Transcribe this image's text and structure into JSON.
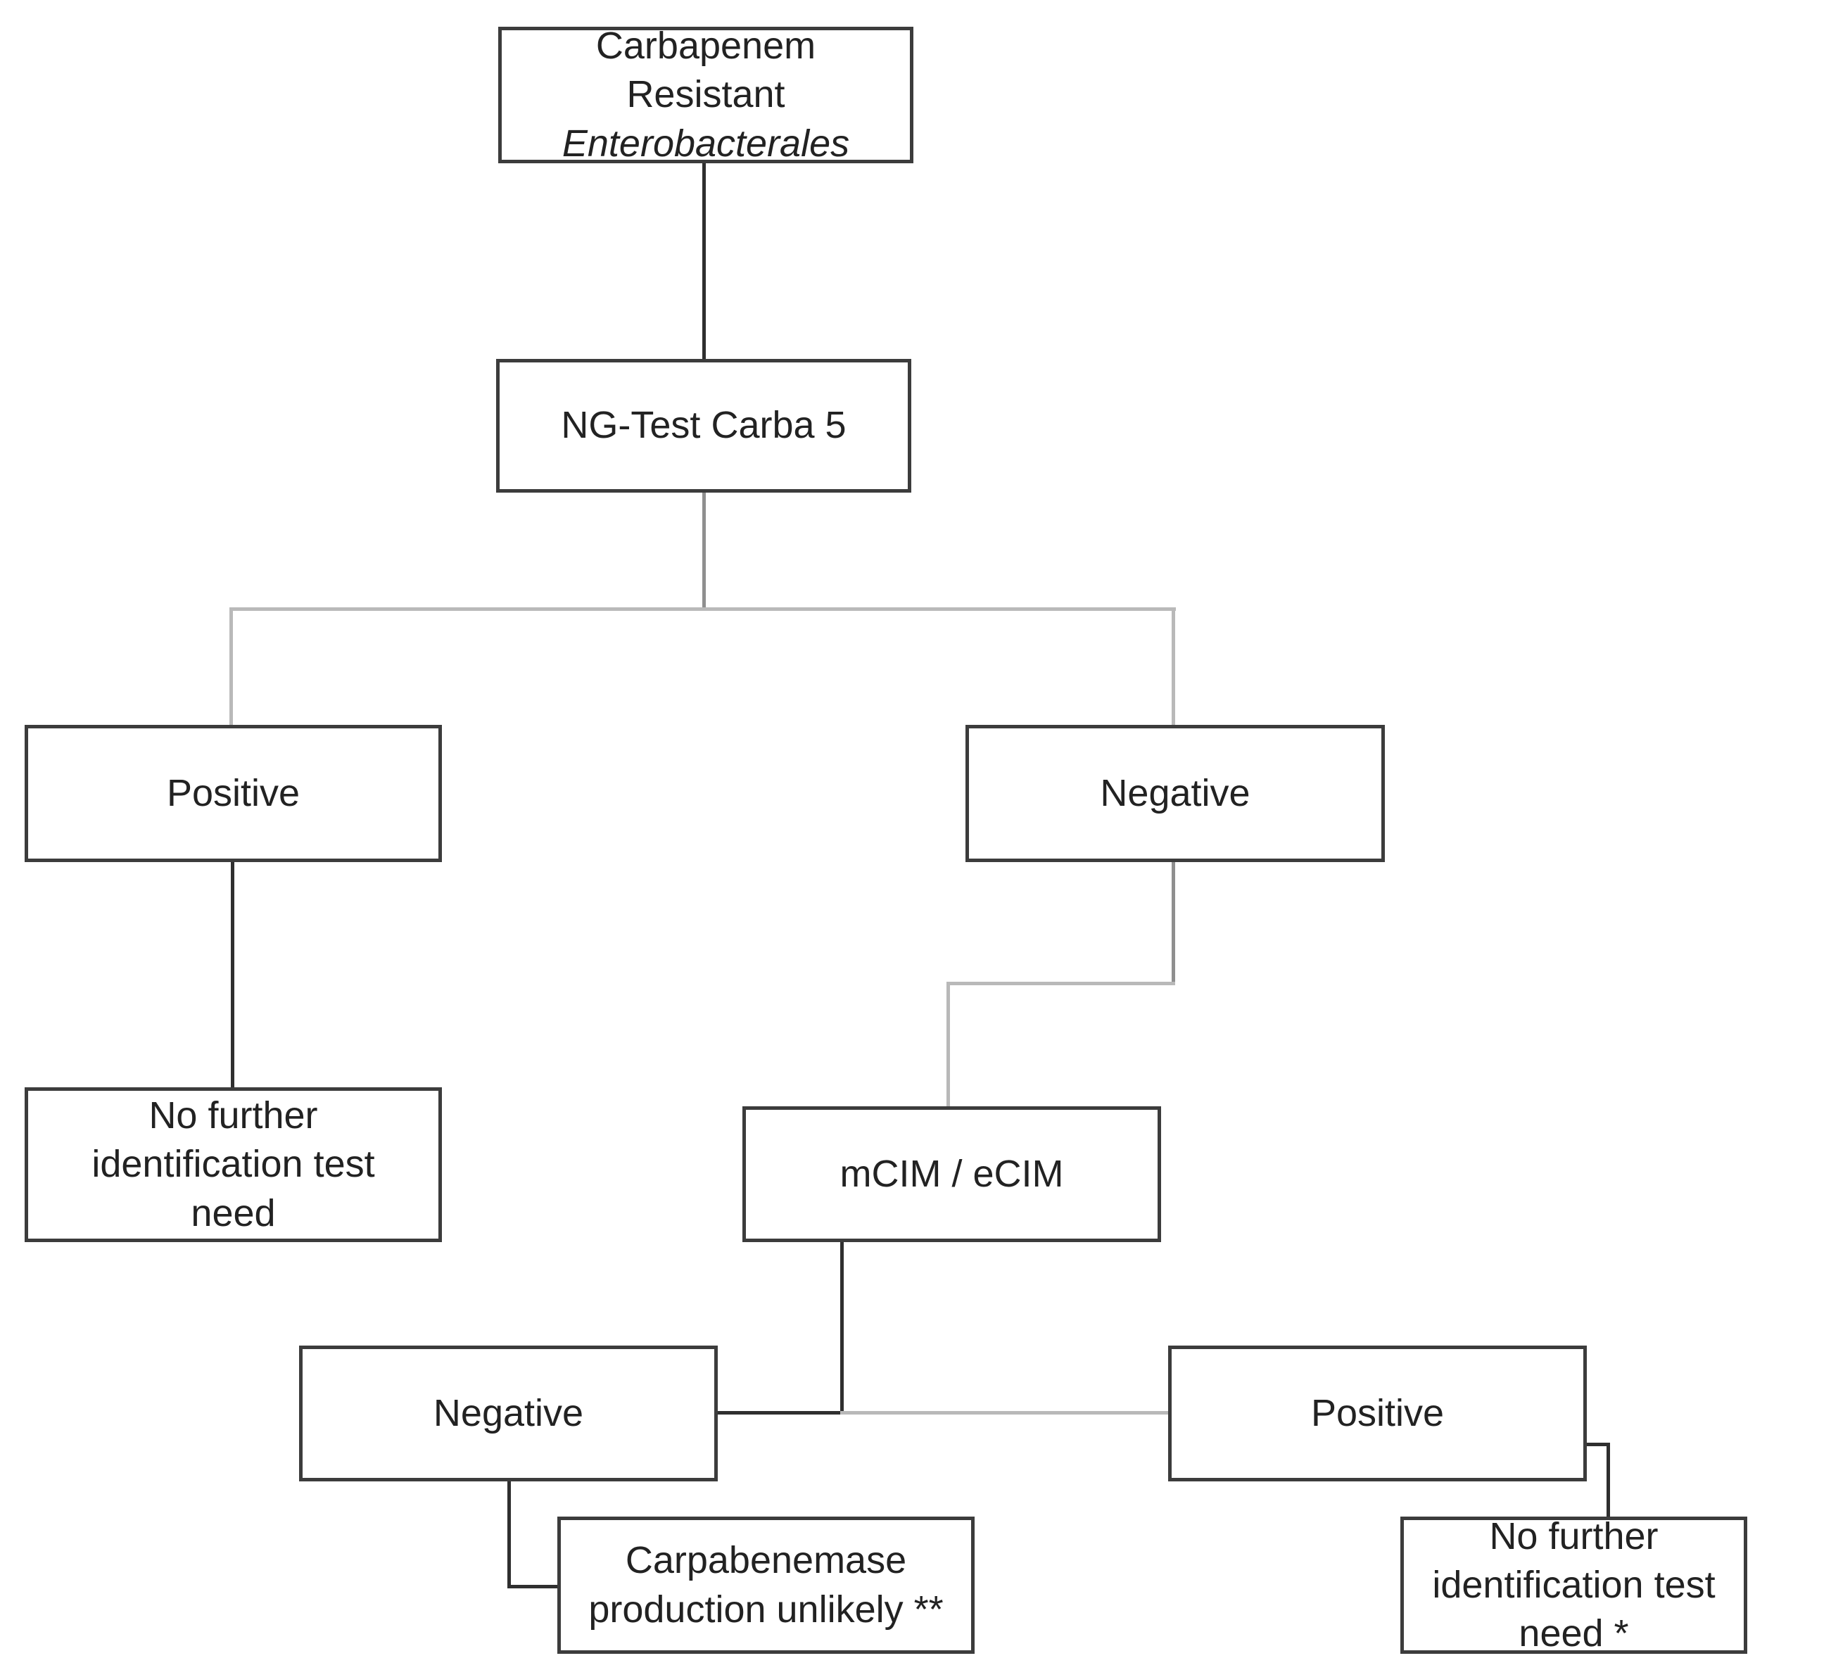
{
  "diagram": {
    "title": "Carbapenemase detection algorithm flowchart",
    "background_color": "#ffffff",
    "box_border_color": "#3c3c3c",
    "text_color": "#222222",
    "connector_colors": [
      "#2f2f2f",
      "#8f8f8f",
      "#b9b9b9"
    ],
    "nodes": {
      "root": {
        "line1": "Carbapenem",
        "line2": "Resistant",
        "line3": "Enterobacterales",
        "line3_style": "italic"
      },
      "test": {
        "label": "NG-Test Carba 5"
      },
      "carba5_positive": {
        "label": "Positive"
      },
      "carba5_negative": {
        "label": "Negative"
      },
      "no_further_left": {
        "line1": "No further",
        "line2": "identification test",
        "line3": "need"
      },
      "mcim_ecim": {
        "label": "mCIM / eCIM"
      },
      "mcim_negative": {
        "label": "Negative"
      },
      "mcim_positive": {
        "label": "Positive"
      },
      "carbapenemase_unlikely": {
        "line1": "Carpabenemase",
        "line2": "production unlikely **"
      },
      "no_further_right": {
        "line1": "No further",
        "line2": "identification test",
        "line3": "need *"
      }
    },
    "edges": [
      {
        "from": "root",
        "to": "test",
        "label": ""
      },
      {
        "from": "test",
        "to": "carba5_positive",
        "label": ""
      },
      {
        "from": "test",
        "to": "carba5_negative",
        "label": ""
      },
      {
        "from": "carba5_positive",
        "to": "no_further_left",
        "label": ""
      },
      {
        "from": "carba5_negative",
        "to": "mcim_ecim",
        "label": ""
      },
      {
        "from": "mcim_ecim",
        "to": "mcim_negative",
        "label": ""
      },
      {
        "from": "mcim_ecim",
        "to": "mcim_positive",
        "label": ""
      },
      {
        "from": "mcim_negative",
        "to": "carbapenemase_unlikely",
        "label": ""
      },
      {
        "from": "mcim_positive",
        "to": "no_further_right",
        "label": ""
      }
    ]
  }
}
